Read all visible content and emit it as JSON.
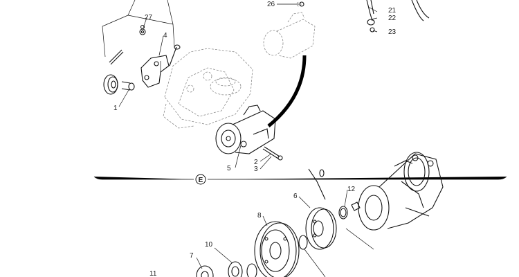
{
  "diagram": {
    "callouts": {
      "c27": "27",
      "c4": "4",
      "c1": "1",
      "c5": "5",
      "c2": "2",
      "c3": "3",
      "c26": "26",
      "c21": "21",
      "c22": "22",
      "c23": "23",
      "c6": "6",
      "c12": "12",
      "c8": "8",
      "c10": "10",
      "c7": "7",
      "c11": "11"
    },
    "detail_marker": "E"
  }
}
